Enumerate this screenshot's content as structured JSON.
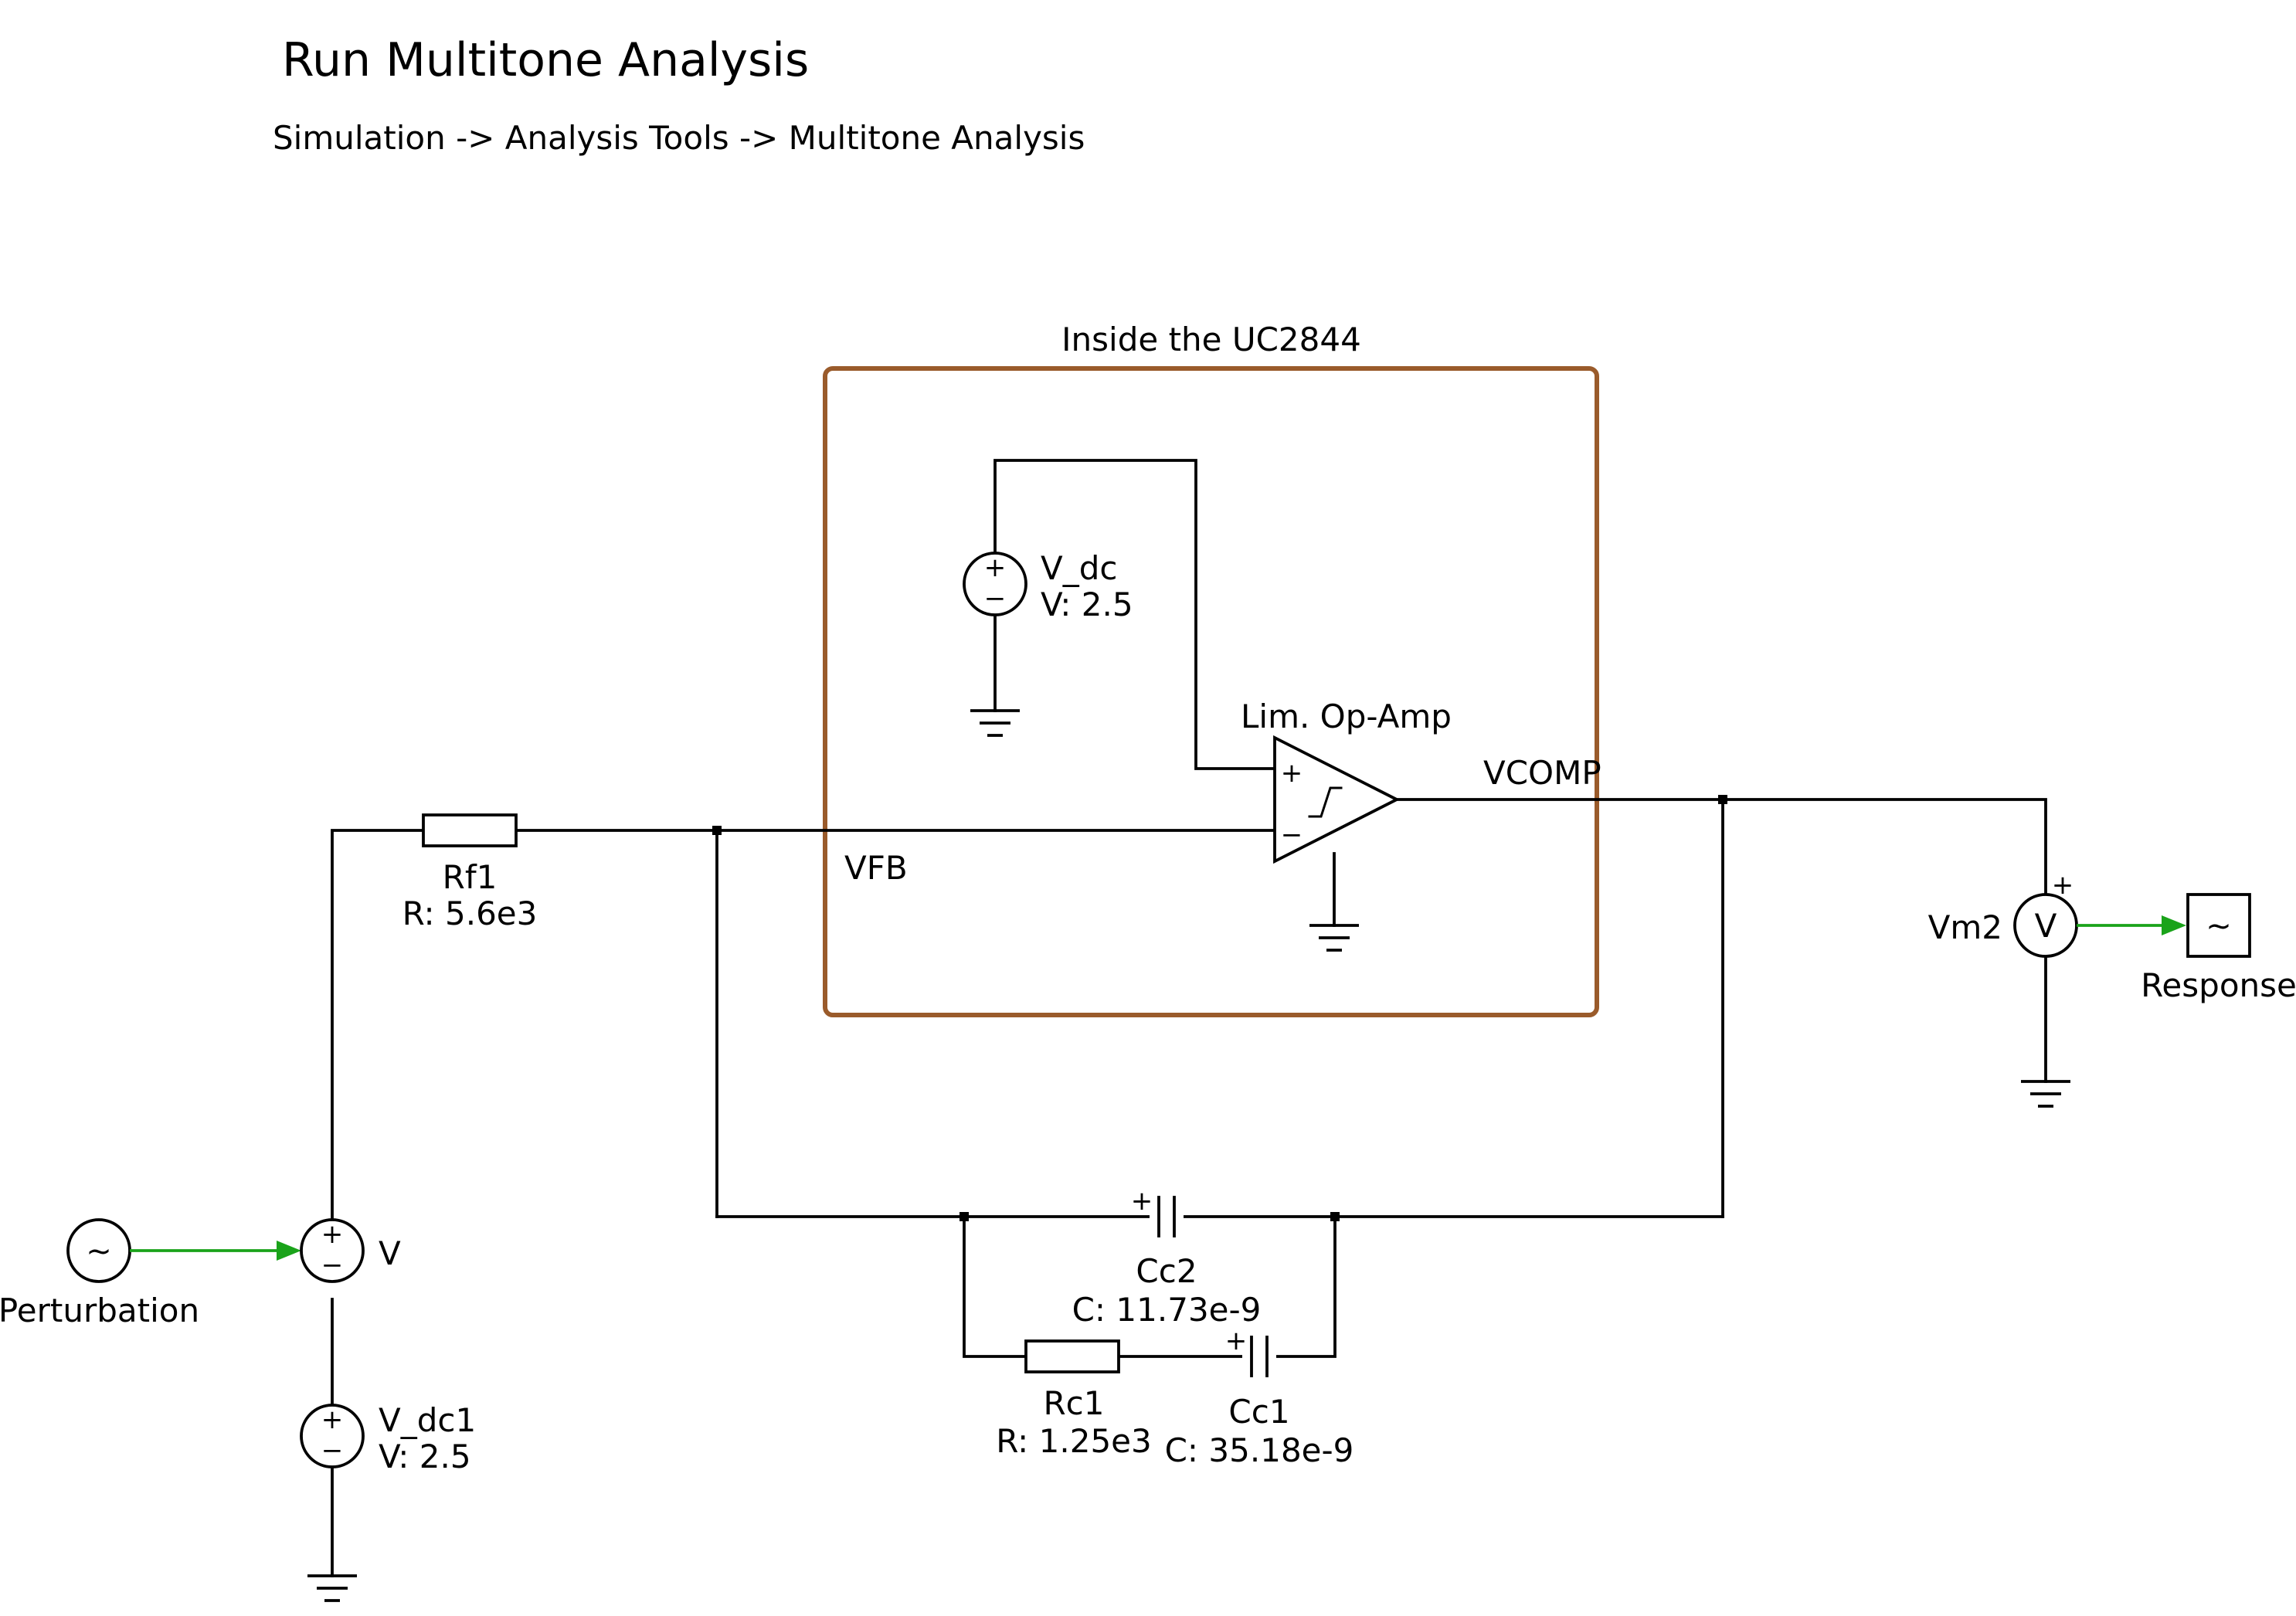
{
  "header": {
    "title": "Run Multitone Analysis",
    "menu_path": "Simulation -> Analysis Tools -> Multitone Analysis"
  },
  "subsystem": {
    "label": "Inside the UC2844",
    "border_color": "#9a5b2b"
  },
  "nets": {
    "vfb": "VFB",
    "vcomp": "VCOMP"
  },
  "components": {
    "v_dc": {
      "name": "V_dc",
      "value": "V: 2.5"
    },
    "opamp": {
      "name": "Lim. Op-Amp"
    },
    "rf1": {
      "name": "Rf1",
      "value": "R: 5.6e3"
    },
    "vm2": {
      "name": "Vm2",
      "symbol": "V"
    },
    "response": {
      "label": "Response",
      "icon": "sine-wave-icon"
    },
    "perturbation": {
      "label": "Perturbation",
      "icon": "sine-wave-icon"
    },
    "v": {
      "name": "V"
    },
    "v_dc1": {
      "name": "V_dc1",
      "value": "V: 2.5"
    },
    "cc2": {
      "name": "Cc2",
      "value": "C: 11.73e-9"
    },
    "rc1": {
      "name": "Rc1",
      "value": "R: 1.25e3"
    },
    "cc1": {
      "name": "Cc1",
      "value": "C: 35.18e-9"
    }
  },
  "glyphs": {
    "plus": "+",
    "minus": "−",
    "tilde": "~"
  },
  "colors": {
    "wire": "#000000",
    "signal": "#1aa31a",
    "subsystem": "#9a5b2b"
  }
}
